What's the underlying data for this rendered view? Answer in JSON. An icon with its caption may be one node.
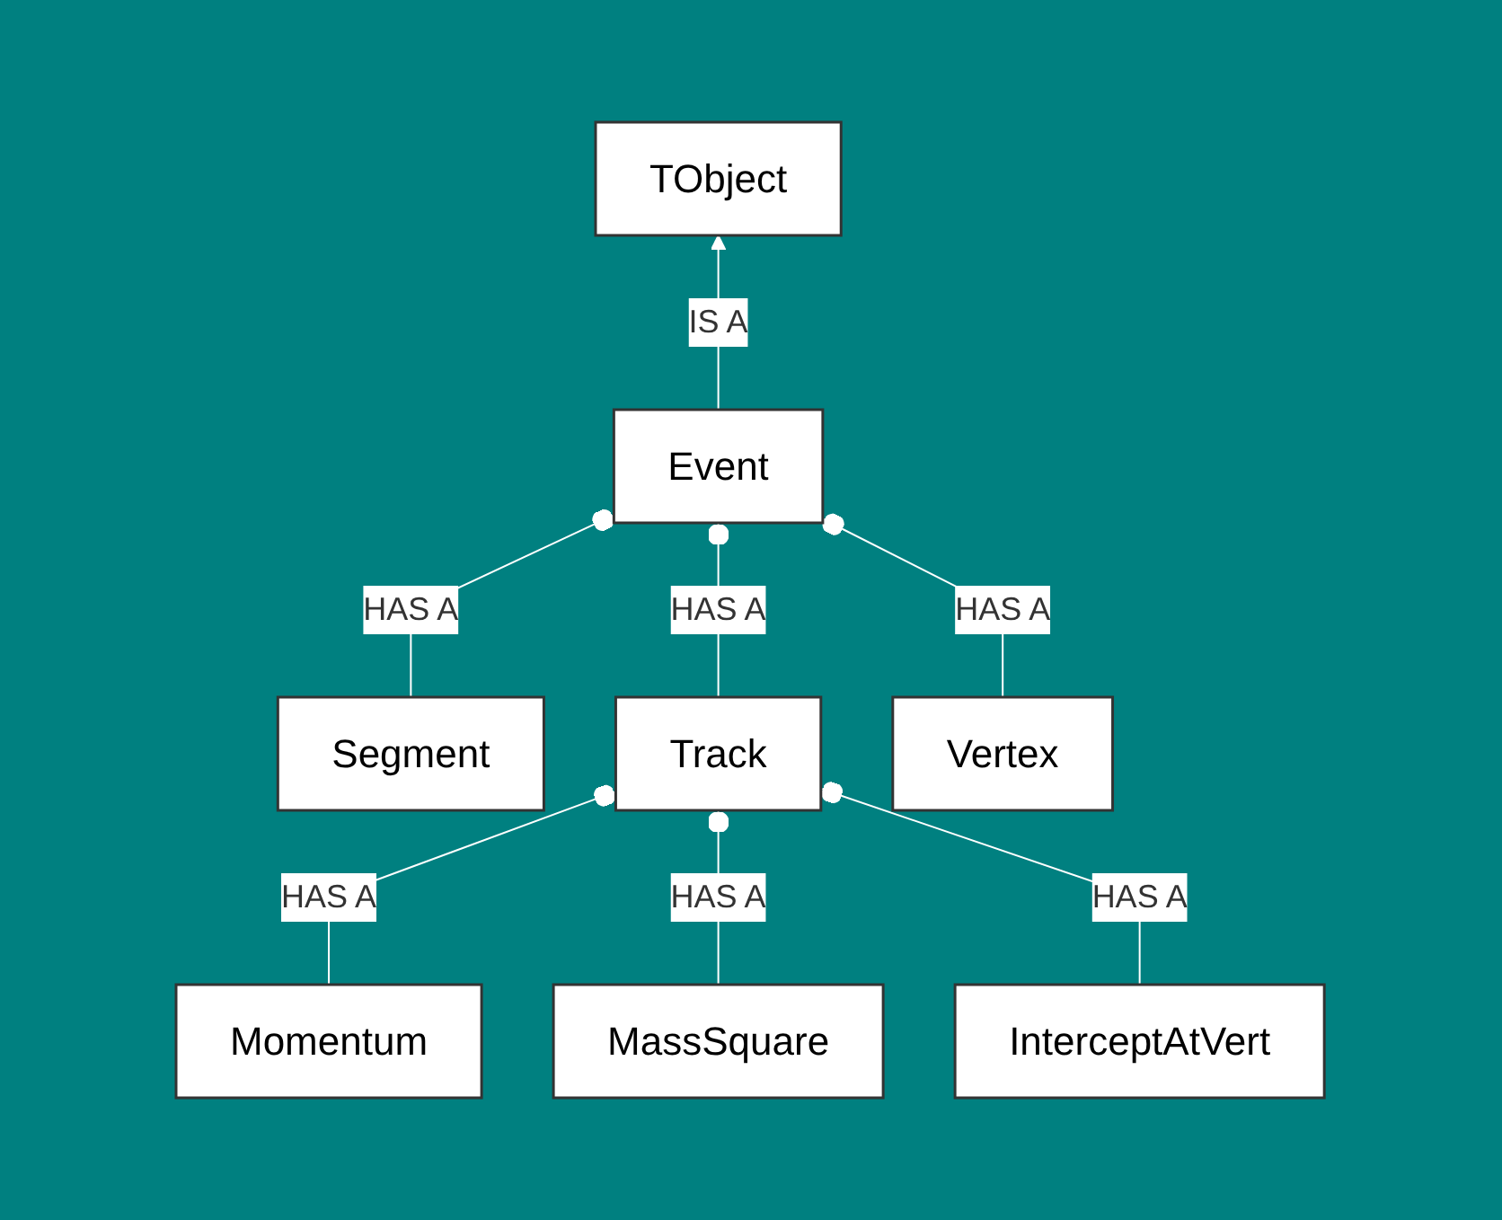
{
  "diagram": {
    "nodes": [
      {
        "text": [
          "TObject"
        ]
      },
      {
        "text": [
          "Event"
        ]
      },
      {
        "text": [
          "Segment"
        ]
      },
      {
        "text": [
          "Track"
        ]
      },
      {
        "text": [
          "Vertex"
        ]
      },
      {
        "text": [
          "Momentum"
        ]
      },
      {
        "text": [
          "MassSquare"
        ]
      },
      {
        "text": [
          "InterceptAtVert"
        ]
      }
    ],
    "edges": [
      {
        "from": 1,
        "to": 0,
        "arrow": "to",
        "label": "IS A"
      },
      {
        "from": 1,
        "to": 2,
        "arrow": "other",
        "label": "HAS A"
      },
      {
        "from": 1,
        "to": 3,
        "arrow": "other",
        "label": "HAS A"
      },
      {
        "from": 1,
        "to": 4,
        "arrow": "other",
        "label": "HAS A"
      },
      {
        "from": 3,
        "to": 5,
        "arrow": "other",
        "label": "HAS A"
      },
      {
        "from": 3,
        "to": 6,
        "arrow": "other",
        "label": "HAS A"
      },
      {
        "from": 3,
        "to": 7,
        "arrow": "other",
        "label": "HAS A"
      }
    ]
  }
}
